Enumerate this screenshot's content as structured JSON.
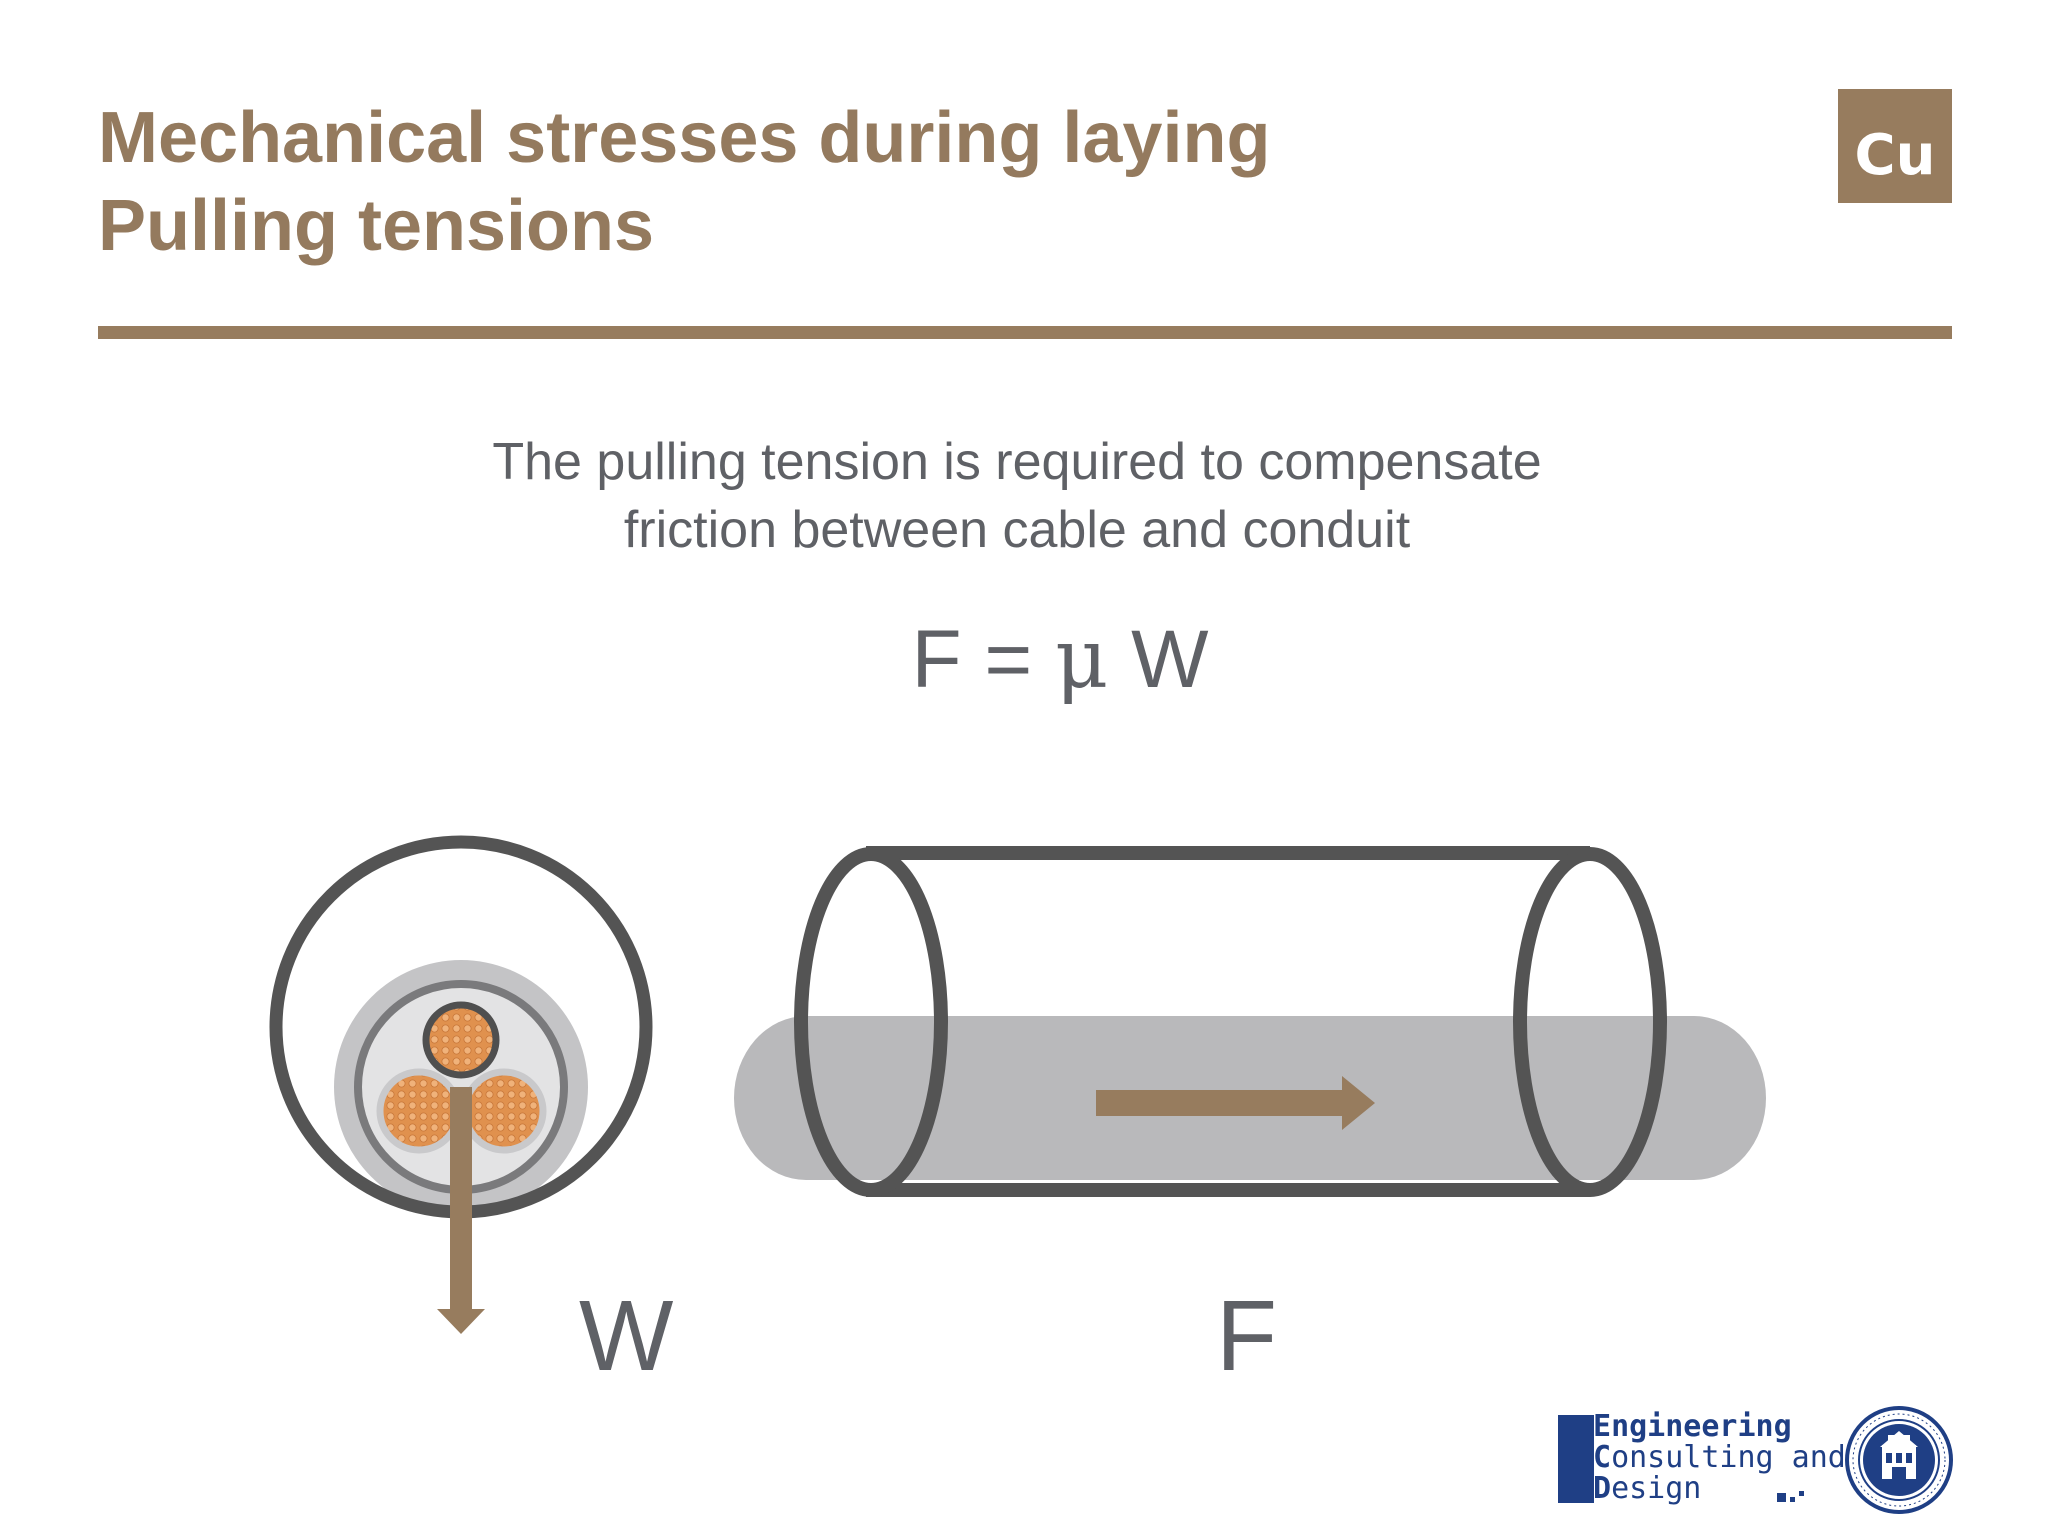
{
  "slide": {
    "title_line1": "Mechanical stresses during laying",
    "title_line2": "Pulling tensions",
    "badge": "Cu",
    "description_line1": "The pulling tension is required to compensate",
    "description_line2": "friction between cable and conduit",
    "formula": {
      "left": "F = ",
      "symbol": "μ",
      "right": " W"
    }
  },
  "diagram": {
    "weight_label": "W",
    "force_label": "F",
    "colors": {
      "accent": "#977C5E",
      "outline": "#545454",
      "cable_gray": "#b9b9bb",
      "copper": "#e0914e",
      "text": "#5f6166"
    }
  },
  "logos": {
    "ecd_line1_cap": "E",
    "ecd_line1_rest": "ngineering",
    "ecd_line2_cap": "C",
    "ecd_line2_rest": "onsulting and",
    "ecd_line3_cap": "D",
    "ecd_line3_rest": "esign",
    "seal": "university-seal-icon"
  }
}
